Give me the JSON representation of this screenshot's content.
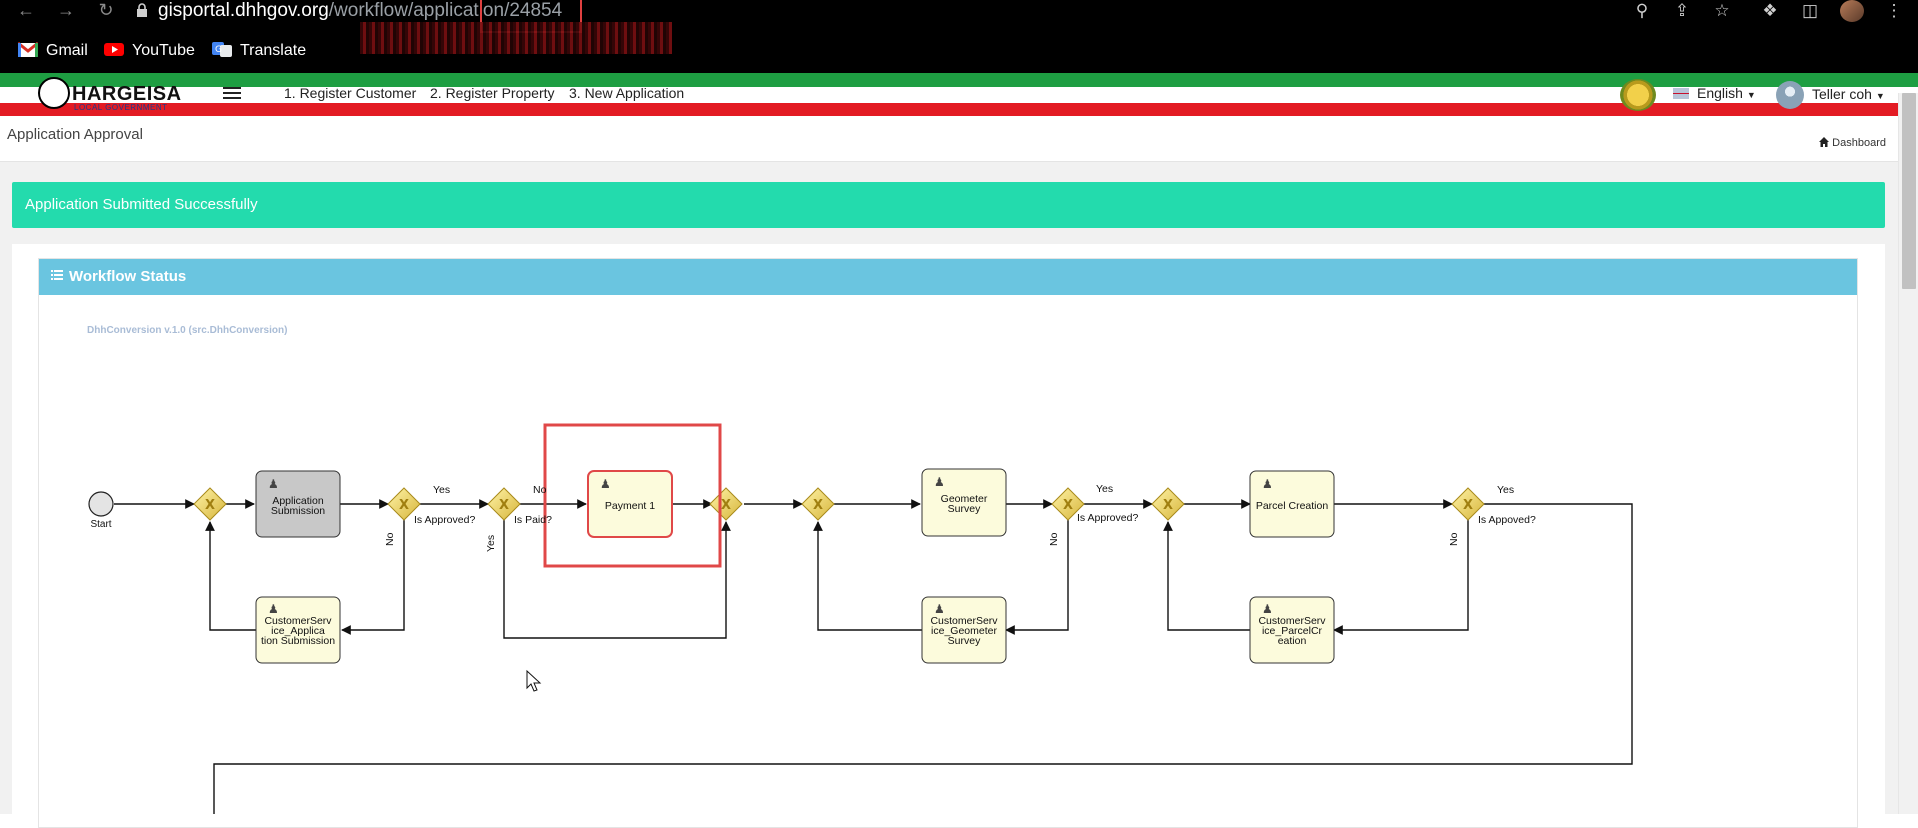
{
  "browser": {
    "url_host": "gisportal.dhhgov.org",
    "url_path": "/workflow/application/24854",
    "bookmarks": [
      {
        "label": "Gmail",
        "icon": "gmail-icon"
      },
      {
        "label": "YouTube",
        "icon": "youtube-icon"
      },
      {
        "label": "Translate",
        "icon": "translate-icon"
      }
    ]
  },
  "navbar": {
    "logo_name": "HARGEISA",
    "logo_sub": "LOCAL GOVERNMENT",
    "links": [
      "1. Register Customer",
      "2. Register Property",
      "3. New Application"
    ],
    "language": "English",
    "user": "Teller coh"
  },
  "page": {
    "title": "Application Approval",
    "breadcrumb": "Dashboard"
  },
  "alert": {
    "message": "Application Submitted Successfully",
    "color": "#23dbad"
  },
  "panel": {
    "title": "Workflow Status",
    "header_color": "#6ac5e0",
    "version": "DhhConversion v.1.0 (src.DhhConversion)"
  },
  "workflow": {
    "start_label": "Start",
    "tasks": {
      "application_submission": "Application Submission",
      "cs_application_submission": "CustomerService_Application Submission",
      "payment": "Payment 1",
      "geometer_survey": "Geometer Survey",
      "cs_geometer_survey": "CustomerService_GeometerSurvey",
      "parcel_creation": "Parcel Creation",
      "cs_parcel_creation": "CustomerService_ParcelCreation"
    },
    "gateway_labels": {
      "is_approved": "Is Approved?",
      "is_paid": "Is Paid?",
      "is_approved_2": "Is Approved?",
      "is_appoved_3": "Is Appoved?"
    },
    "flow_labels": {
      "yes": "Yes",
      "no": "No"
    },
    "highlight_color": "#e04848",
    "task_fill": "#fcfbdc",
    "completed_fill": "#c8c8c8"
  }
}
